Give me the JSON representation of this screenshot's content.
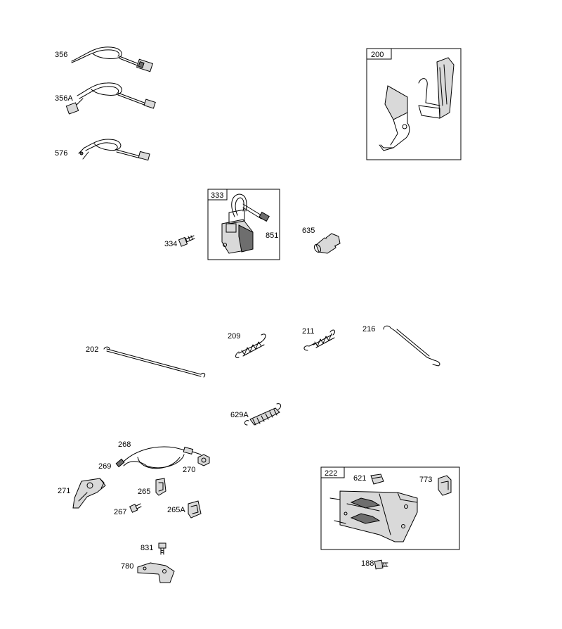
{
  "labels": {
    "p356": "356",
    "p356a": "356A",
    "p576": "576",
    "p200": "200",
    "p333": "333",
    "p334": "334",
    "p851": "851",
    "p635": "635",
    "p202": "202",
    "p209": "209",
    "p211": "211",
    "p216": "216",
    "p629a": "629A",
    "p268": "268",
    "p269": "269",
    "p270": "270",
    "p271": "271",
    "p265": "265",
    "p267": "267",
    "p265a": "265A",
    "p831": "831",
    "p780": "780",
    "p222": "222",
    "p621": "621",
    "p773": "773",
    "p188": "188"
  }
}
